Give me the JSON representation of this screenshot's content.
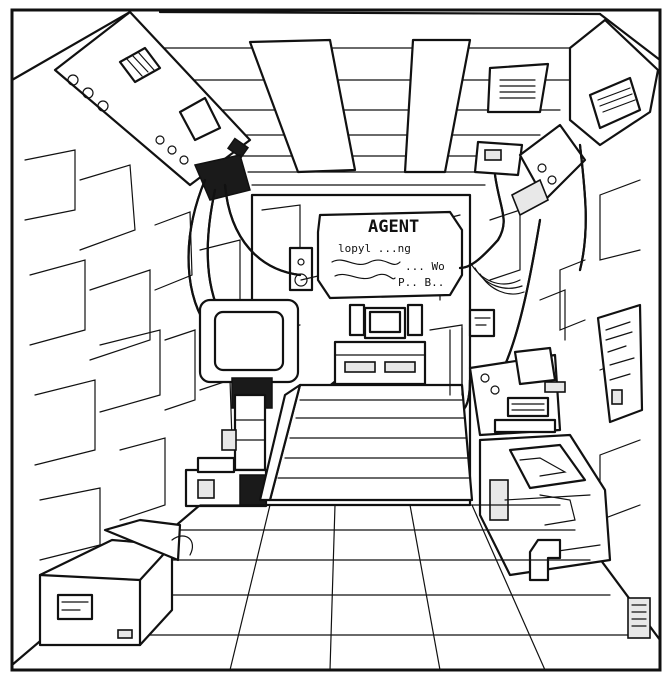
{
  "sign": {
    "title": "AGENT",
    "line1": "lopyl ...ng",
    "line2": "... Wo",
    "line3": "P.. B.."
  },
  "style": {
    "ink": "#111111",
    "paper": "#ffffff",
    "shade": "#e8e8e8"
  },
  "objects": [
    "ceiling-light-panels",
    "wall-control-panels",
    "crt-monitor-robot-arm",
    "agent-wall-sign",
    "back-wall-computer-desk",
    "staircase",
    "right-machine-console",
    "right-floor-machine",
    "cardboard-box",
    "wall-notice-paper",
    "floor-tiles",
    "hanging-cables"
  ]
}
